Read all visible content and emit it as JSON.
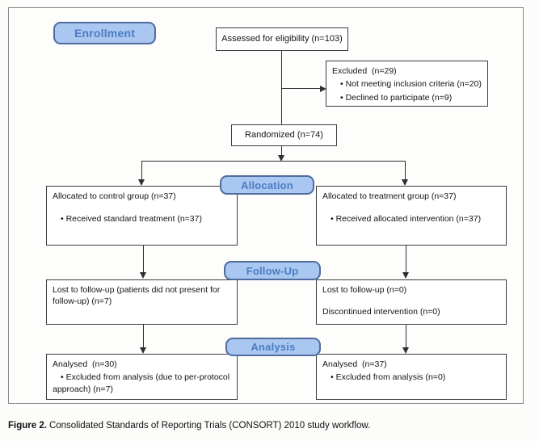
{
  "stages": {
    "enrollment": "Enrollment",
    "allocation": "Allocation",
    "followup": "Follow-Up",
    "analysis": "Analysis"
  },
  "boxes": {
    "assessed": {
      "text": "Assessed for eligibility (n=103)"
    },
    "excluded": {
      "title": "Excluded  (n=29)",
      "items": [
        "Not meeting inclusion criteria (n=20)",
        "Declined to participate (n=9)"
      ]
    },
    "randomized": {
      "text": "Randomized (n=74)"
    },
    "allocation_left": {
      "title": "Allocated to control group (n=37)",
      "items": [
        "Received standard treatment (n=37)"
      ]
    },
    "allocation_right": {
      "title": "Allocated to treatment group (n=37)",
      "items": [
        "Received allocated intervention (n=37)"
      ]
    },
    "followup_left": {
      "lines": [
        "Lost to follow-up (patients did not present for follow-up) (n=7)"
      ]
    },
    "followup_right": {
      "lines": [
        "Lost to follow-up (n=0)",
        "Discontinued intervention (n=0)"
      ]
    },
    "analysis_left": {
      "title": "Analysed  (n=30)",
      "items": [
        "Excluded from analysis (due to per-protocol approach) (n=7)"
      ]
    },
    "analysis_right": {
      "title": "Analysed  (n=37)",
      "items": [
        "Excluded from analysis (n=0)"
      ]
    }
  },
  "caption": {
    "label": "Figure 2.",
    "text": "Consolidated Standards of Reporting Trials (CONSORT) 2010 study workflow."
  },
  "colors": {
    "stage_fill": "#a9c7f1",
    "stage_border": "#4e6c9e",
    "stage_text": "#4b7cc3",
    "box_border": "#3d3d3d",
    "connector": "#2f2f2f"
  }
}
